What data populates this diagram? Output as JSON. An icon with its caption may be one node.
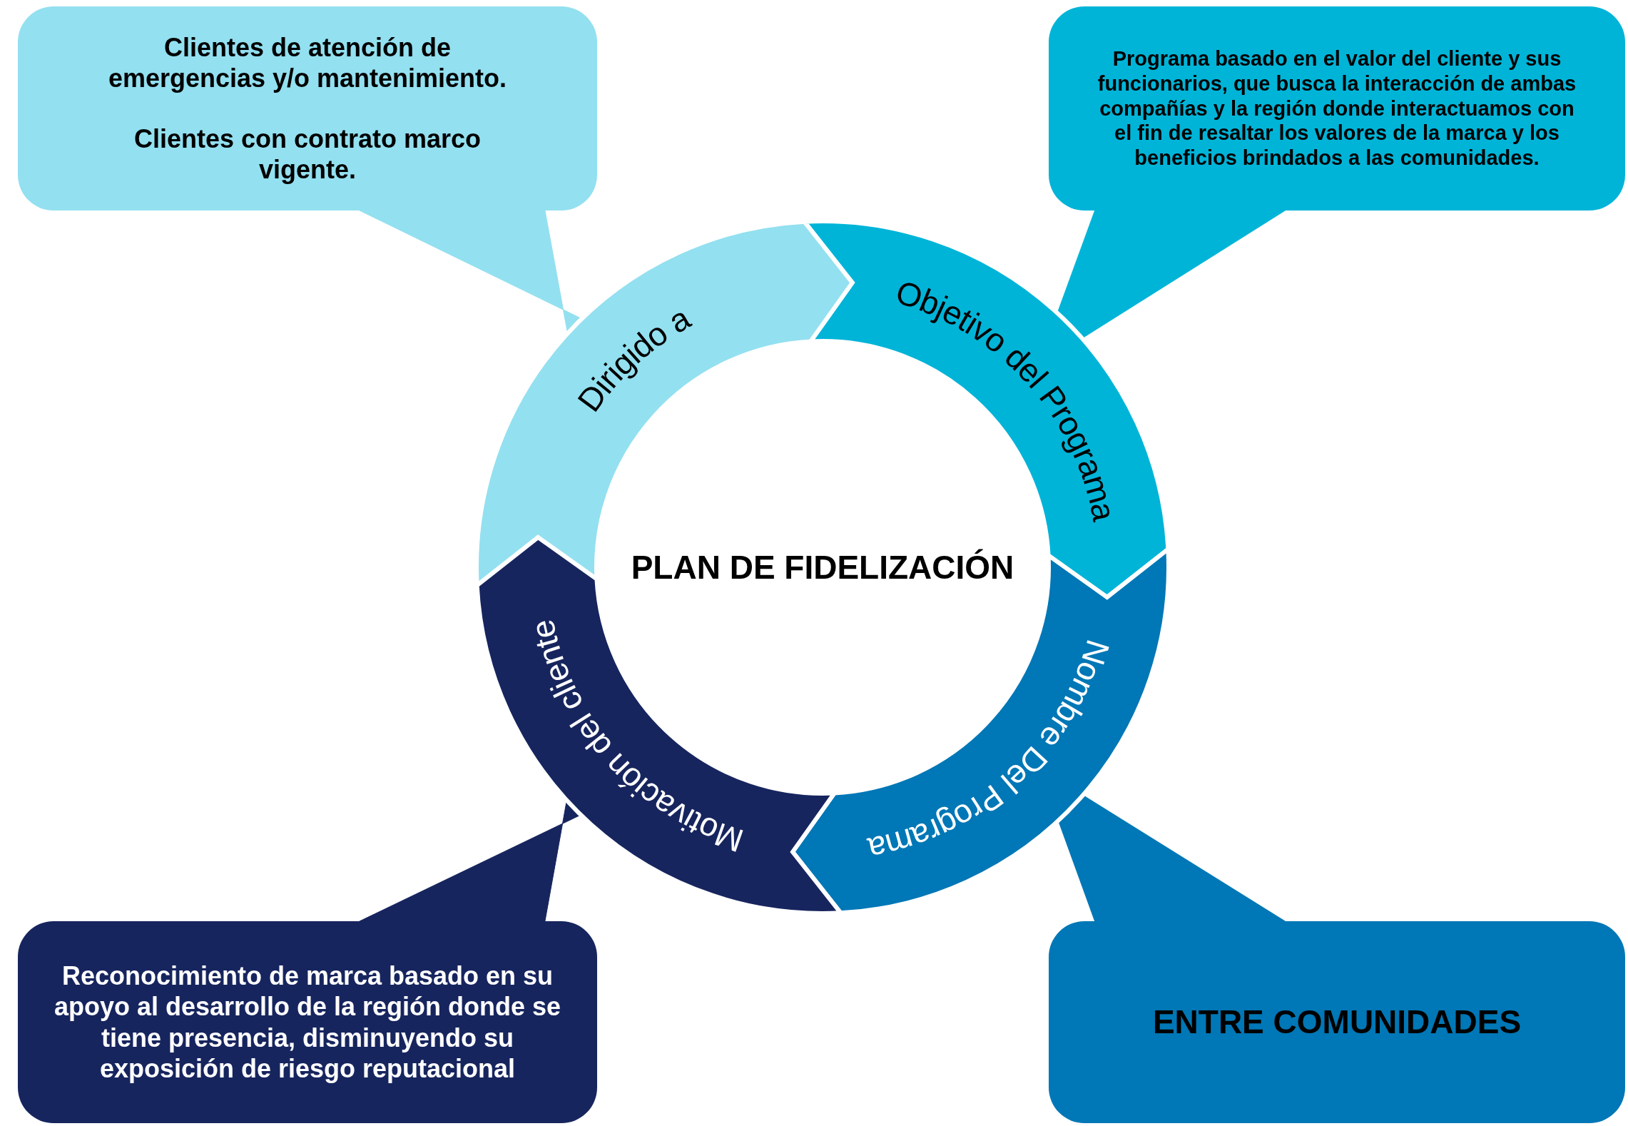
{
  "diagram": {
    "nodes": [
      {
        "text": [
          "Clientes de atención de emergencias y/o mantenimiento.",
          "Clientes con contrato marco vigente."
        ]
      },
      {
        "text": [
          "Programa basado en el valor del cliente y sus funcionarios, que busca la interacción de ambas compañías y la región donde interactuamos con el fin de resaltar los valores de la marca y los beneficios brindados a las comunidades."
        ]
      },
      {
        "text": [
          "Dirigido a"
        ]
      },
      {
        "text": [
          "Objetivo del Programa"
        ]
      },
      {
        "text": [
          "Nombre Del Programa"
        ]
      },
      {
        "text": [
          "Motivación del cliente"
        ]
      },
      {
        "text": [
          "Reconocimiento de marca basado en su apoyo al desarrollo de la región donde se tiene presencia, disminuyendo su exposición de riesgo reputacional"
        ]
      },
      {
        "text": [
          "ENTRE COMUNIDADES"
        ]
      }
    ],
    "edges": [
      {
        "from": 0,
        "to": 2,
        "arrow": "none",
        "color": "#93e0f0"
      },
      {
        "from": 1,
        "to": 3,
        "arrow": "none",
        "color": "#00b4d8"
      },
      {
        "from": 7,
        "to": 4,
        "arrow": "none",
        "color": "#0077b6"
      },
      {
        "from": 6,
        "to": 5,
        "arrow": "none",
        "color": "#17255e"
      }
    ],
    "labels": [
      "PLAN DE FIDELIZACIÓN"
    ]
  }
}
